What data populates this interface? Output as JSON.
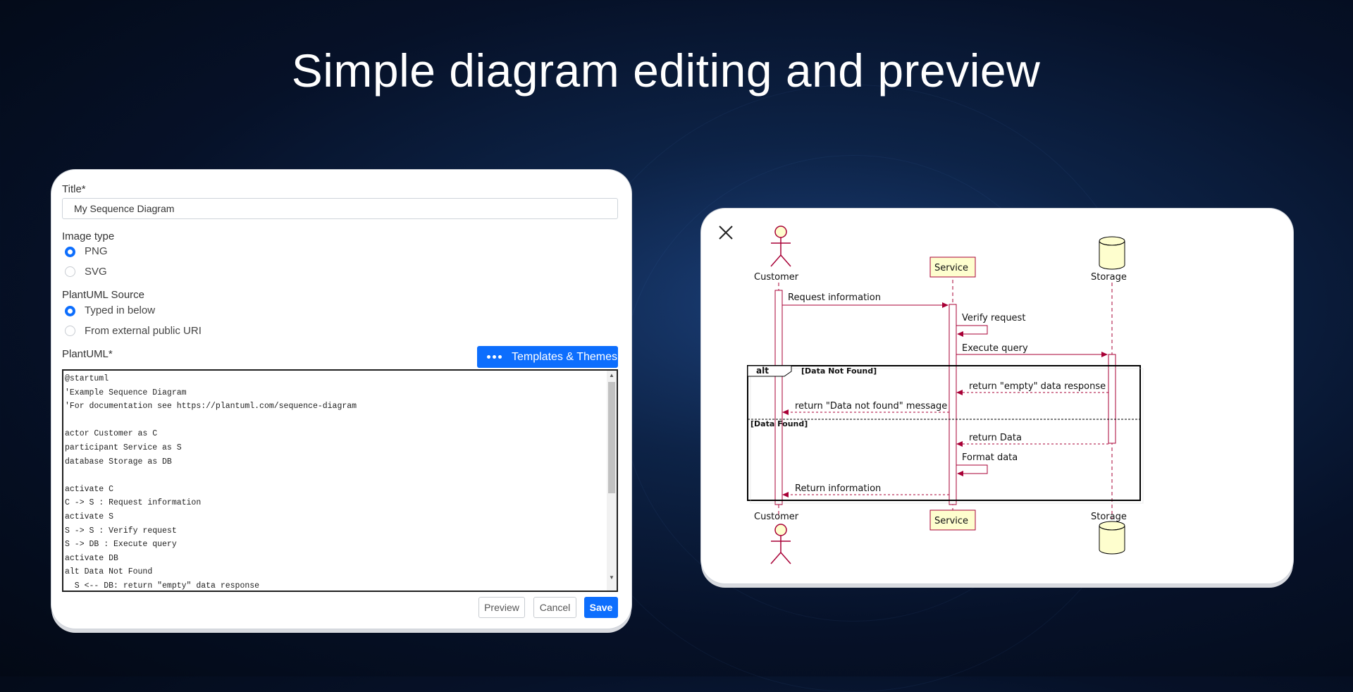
{
  "headline": "Simple diagram editing and preview",
  "form": {
    "title_label": "Title*",
    "title_value": "My Sequence Diagram",
    "image_type_label": "Image type",
    "image_types": [
      {
        "label": "PNG",
        "selected": true
      },
      {
        "label": "SVG",
        "selected": false
      }
    ],
    "source_label": "PlantUML Source",
    "sources": [
      {
        "label": "Typed in below",
        "selected": true
      },
      {
        "label": "From external public URI",
        "selected": false
      }
    ],
    "plantuml_label": "PlantUML*",
    "templates_button": "Templates & Themes",
    "code": "@startuml\n'Example Sequence Diagram\n'For documentation see https://plantuml.com/sequence-diagram\n\nactor Customer as C\nparticipant Service as S\ndatabase Storage as DB\n\nactivate C\nC -> S : Request information\nactivate S\nS -> S : Verify request\nS -> DB : Execute query\nactivate DB\nalt Data Not Found\n  S <-- DB: return \"empty\" data response",
    "preview_button": "Preview",
    "cancel_button": "Cancel",
    "save_button": "Save"
  },
  "diagram": {
    "participants": [
      {
        "name": "Customer",
        "kind": "actor"
      },
      {
        "name": "Service",
        "kind": "participant"
      },
      {
        "name": "Storage",
        "kind": "database"
      }
    ],
    "messages": [
      "Request information",
      "Verify request",
      "Execute query",
      "return \"empty\" data response",
      "return \"Data not found\" message",
      "return Data",
      "Format data",
      "Return information"
    ],
    "alt_label": "alt",
    "alt_guard_1": "[Data Not Found]",
    "alt_guard_2": "[Data Found]",
    "colors": {
      "lifeline": "#A80036",
      "participant_fill": "#FEFECE",
      "frame": "#000000"
    }
  }
}
